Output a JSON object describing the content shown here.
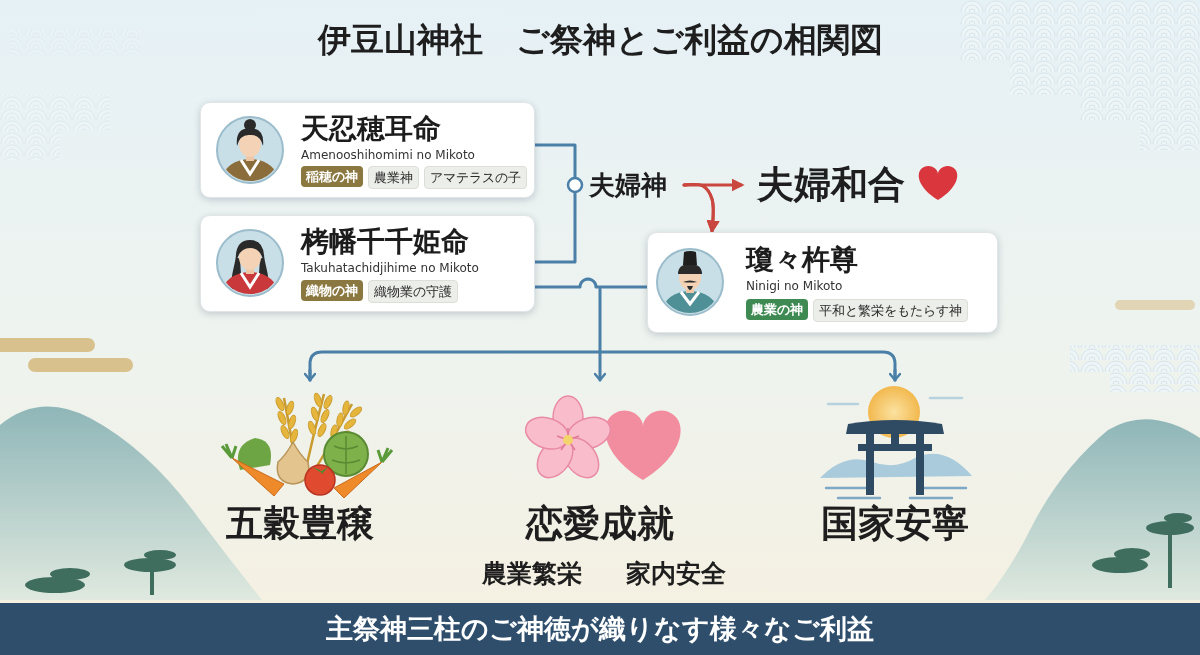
{
  "diagram": {
    "title": "伊豆山神社　ご祭神とご利益の相関図",
    "caption": "主祭神三柱のご神徳が織りなす様々なご利益",
    "nodes": [
      {
        "text": [
          "天忍穂耳命",
          "Amenooshihomimi no Mikoto"
        ]
      },
      {
        "text": [
          "稲穂の神"
        ],
        "in": 0
      },
      {
        "text": [
          "農業神"
        ],
        "in": 0
      },
      {
        "text": [
          "アマテラスの子"
        ],
        "in": 0
      },
      {
        "text": [
          "栲幡千千姫命",
          "Takuhatachidjihime no Mikoto"
        ]
      },
      {
        "text": [
          "織物の神"
        ],
        "in": 4
      },
      {
        "text": [
          "織物業の守護"
        ],
        "in": 4
      },
      {
        "text": [
          "瓊々杵尊",
          "Ninigi no Mikoto"
        ]
      },
      {
        "text": [
          "農業の神"
        ],
        "in": 7
      },
      {
        "text": [
          "平和と繁栄をもたらす神"
        ],
        "in": 7
      }
    ],
    "edges": [
      {
        "from": 0,
        "to": 7,
        "arrow": "to",
        "label": "夫婦神"
      },
      {
        "from": 4,
        "to": 7,
        "arrow": "to"
      },
      {
        "from": 4,
        "to": 7,
        "arrow": "none"
      }
    ],
    "labels": [
      "夫婦和合",
      "五穀豊穣",
      "恋愛成就",
      "農業繁栄",
      "家内安全",
      "国家安寧"
    ]
  }
}
